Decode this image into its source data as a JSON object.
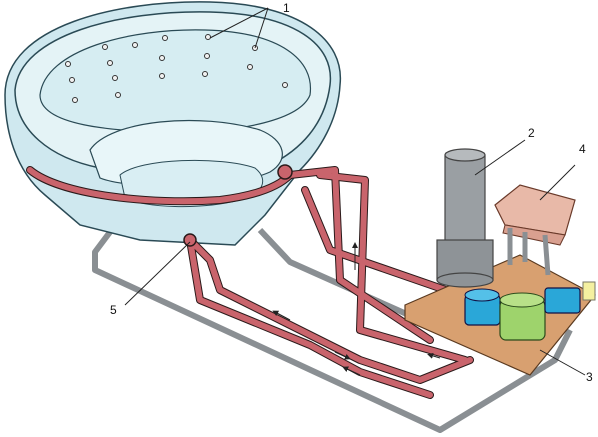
{
  "labels": {
    "l1": "1",
    "l2": "2",
    "l3": "3",
    "l4": "4",
    "l5": "5"
  },
  "colors": {
    "tub_outer": "#cfe8ef",
    "tub_inner": "#e4f3f6",
    "tub_stroke": "#2a4a55",
    "pipe_red": "#c9646c",
    "pipe_gray": "#8a8f93",
    "filter_gray": "#9a9fa3",
    "heater_pink": "#e8b9a8",
    "base_board": "#d8a070",
    "pump_blue": "#2aa7d8",
    "pump_green": "#9ed36c",
    "small_yellow": "#f4f0a0"
  }
}
